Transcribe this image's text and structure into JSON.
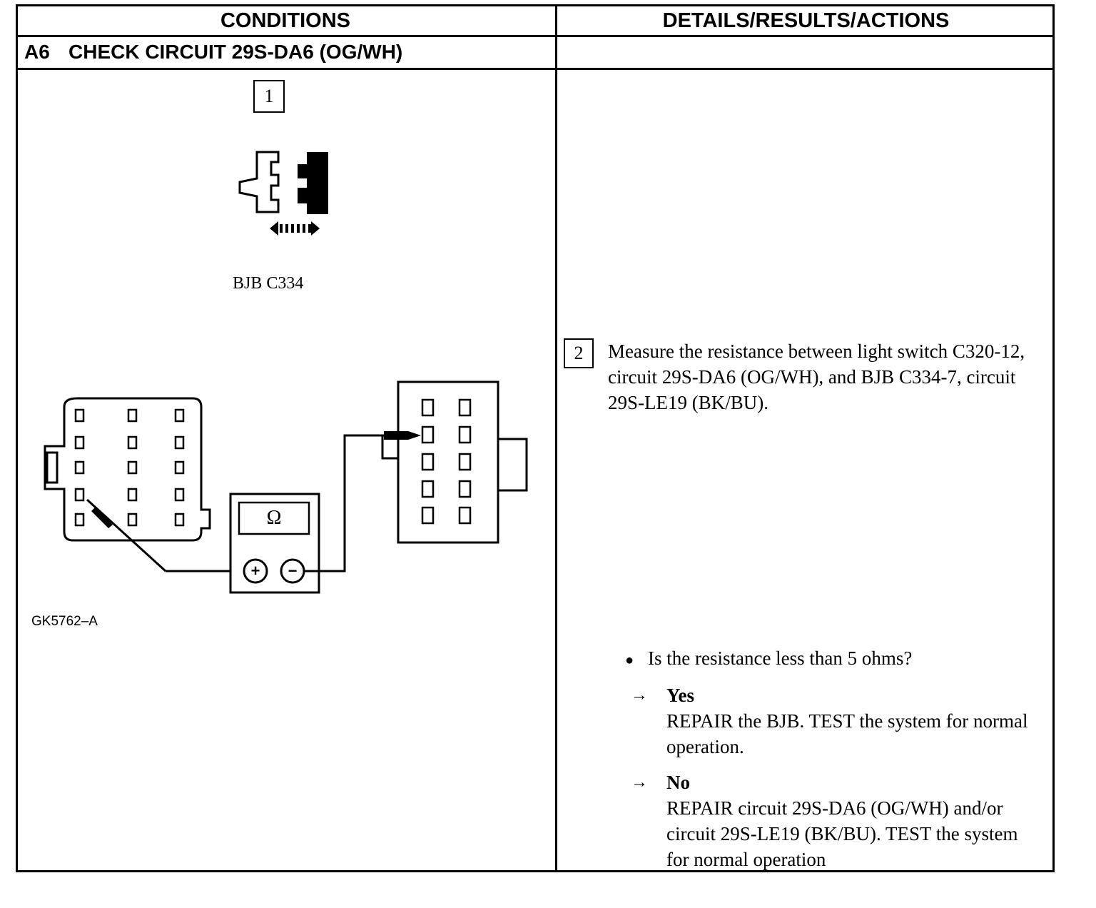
{
  "header": {
    "conditions": "CONDITIONS",
    "details": "DETAILS/RESULTS/ACTIONS"
  },
  "test": {
    "code": "A6",
    "title": "CHECK CIRCUIT 29S-DA6 (OG/WH)"
  },
  "step1": {
    "number": "1",
    "connector_label": "BJB C334"
  },
  "step2": {
    "number": "2",
    "instruction": "Measure the resistance between light switch C320-12, circuit 29S-DA6 (OG/WH), and BJB C334-7, circuit 29S-LE19 (BK/BU)."
  },
  "meter": {
    "symbol": "Ω",
    "plus": "+",
    "minus": "−"
  },
  "figure_id": "GK5762–A",
  "question": "Is the resistance less than 5 ohms?",
  "results": {
    "arrow": "→",
    "yes_label": "Yes",
    "yes_action": "REPAIR the BJB. TEST the system for normal operation.",
    "no_label": "No",
    "no_action": "REPAIR circuit 29S-DA6 (OG/WH) and/or circuit 29S-LE19 (BK/BU). TEST the system for normal operation"
  }
}
